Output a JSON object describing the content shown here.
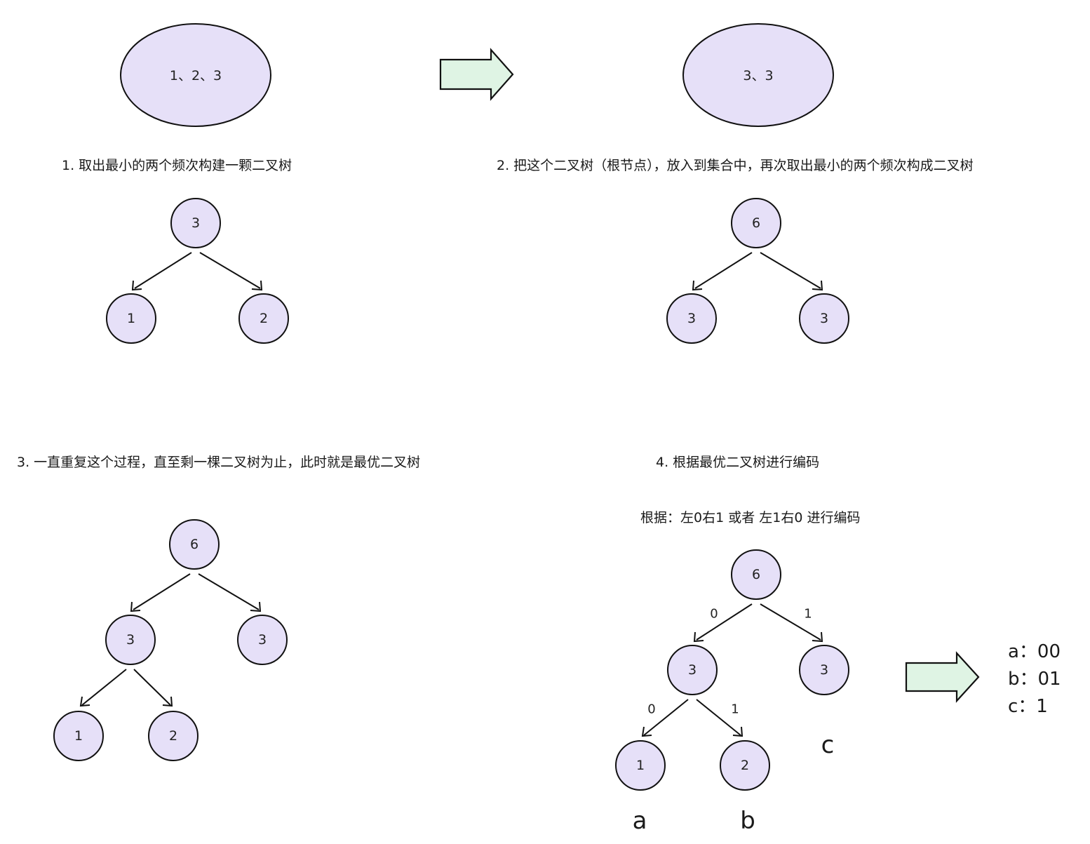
{
  "steps": {
    "step1": {
      "caption": "1. 取出最小的两个频次构建一颗二叉树",
      "set_label": "1、2、3",
      "tree": {
        "root": "3",
        "left": "1",
        "right": "2"
      }
    },
    "step2": {
      "caption": "2. 把这个二叉树（根节点），放入到集合中，再次取出最小的两个频次构成二叉树",
      "set_label": "3、3",
      "tree": {
        "root": "6",
        "left": "3",
        "right": "3"
      }
    },
    "step3": {
      "caption": "3. 一直重复这个过程，直至剩一棵二叉树为止，此时就是最优二叉树",
      "tree": {
        "root": "6",
        "left": "3",
        "right": "3",
        "left_left": "1",
        "left_right": "2"
      }
    },
    "step4": {
      "caption": "4. 根据最优二叉树进行编码",
      "rule": "根据：左0右1 或者 左1右0 进行编码",
      "tree": {
        "root": "6",
        "left": "3",
        "right": "3",
        "left_left": "1",
        "left_right": "2"
      },
      "edge_labels": {
        "root_left": "0",
        "root_right": "1",
        "mid_left": "0",
        "mid_right": "1"
      },
      "leaf_letters": {
        "a": "a",
        "b": "b",
        "c": "c"
      },
      "codes": [
        "a：00",
        "b：01",
        "c：1"
      ]
    }
  },
  "colors": {
    "node_fill": "#e6e0f8",
    "arrow_fill": "#dff4e4",
    "stroke": "#111111"
  },
  "icons": {
    "transition_arrow": "right-block-arrow",
    "edge_arrow": "arrowhead"
  }
}
